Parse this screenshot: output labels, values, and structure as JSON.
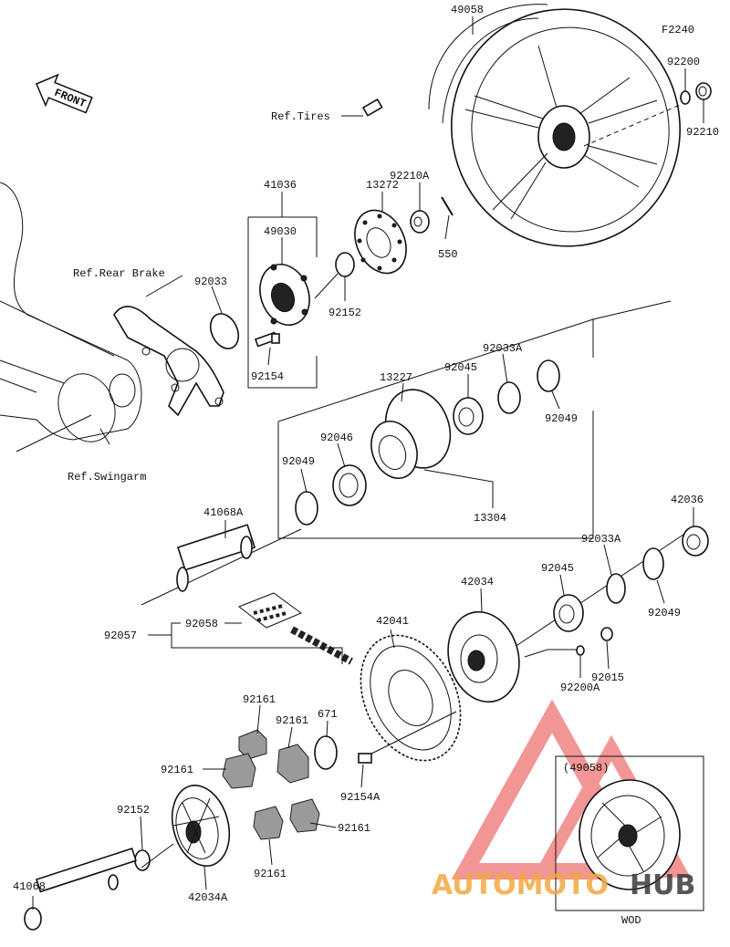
{
  "diagram_code": "F2240",
  "front_label": "FRONT",
  "inset": {
    "ref": "(49058)",
    "caption": "WOD"
  },
  "watermark": {
    "brand_a": "AUTOMOTO",
    "brand_b": "HUB"
  },
  "labels": {
    "p49058": "49058",
    "p92200": "92200",
    "p92210": "92210",
    "ref_tires": "Ref.Tires",
    "p41036": "41036",
    "p13272": "13272",
    "p92210A": "92210A",
    "p49030": "49030",
    "p550": "550",
    "ref_rear_brake": "Ref.Rear Brake",
    "p92033": "92033",
    "p92152_top": "92152",
    "p92154": "92154",
    "p13227": "13227",
    "p92045_top": "92045",
    "p92033A_top": "92033A",
    "p92049_top": "92049",
    "ref_swingarm": "Ref.Swingarm",
    "p92049_mid": "92049",
    "p92046": "92046",
    "p13304": "13304",
    "p41068A": "41068A",
    "p42036": "42036",
    "p92033A_low": "92033A",
    "p42034": "42034",
    "p92045_low": "92045",
    "p92049_low": "92049",
    "p92057": "92057",
    "p92058": "92058",
    "p42041": "42041",
    "p92015": "92015",
    "p92200A": "92200A",
    "p92161_a": "92161",
    "p92161_b": "92161",
    "p671": "671",
    "p92161_c": "92161",
    "p92154A": "92154A",
    "p92152_low": "92152",
    "p92161_d": "92161",
    "p92161_e": "92161",
    "p41068": "41068",
    "p42034A": "42034A"
  }
}
